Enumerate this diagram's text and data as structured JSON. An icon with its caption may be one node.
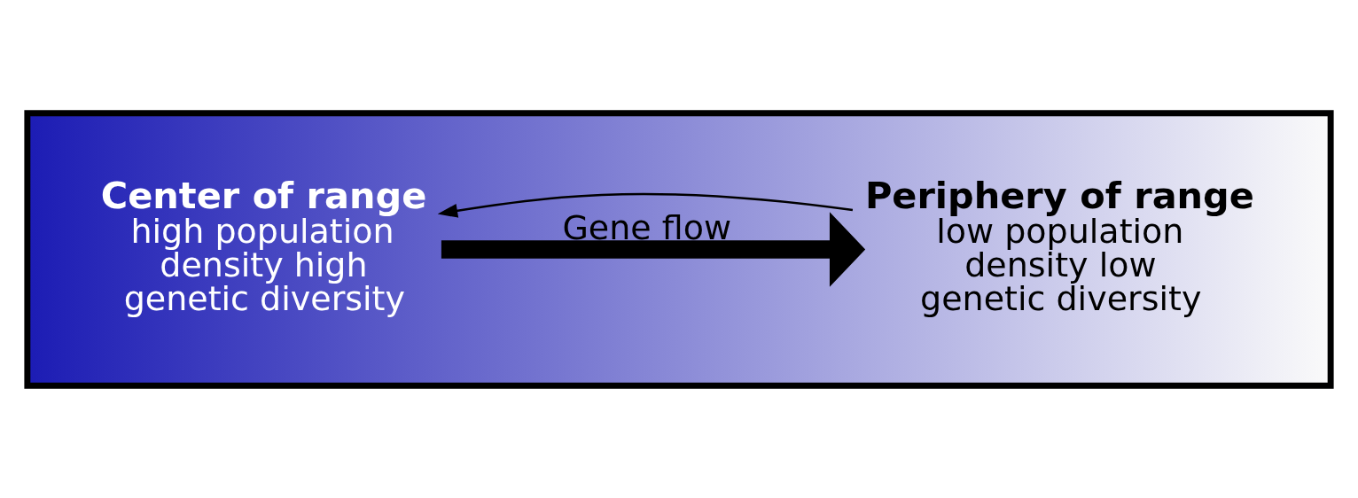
{
  "diagram": {
    "nodes": [
      {
        "text": [],
        "shape": "box"
      },
      {
        "text": [
          "Center of range",
          "high population density high genetic diversity"
        ],
        "in": 0
      },
      {
        "text": [
          "Periphery of range",
          "low population density low genetic diversity"
        ],
        "in": 0
      }
    ],
    "edges": [
      {
        "from": 2,
        "to": 1,
        "arrow": "to"
      },
      {
        "from": 1,
        "to": 2,
        "arrow": "to",
        "style": "thick",
        "label": "Gene flow"
      }
    ]
  }
}
